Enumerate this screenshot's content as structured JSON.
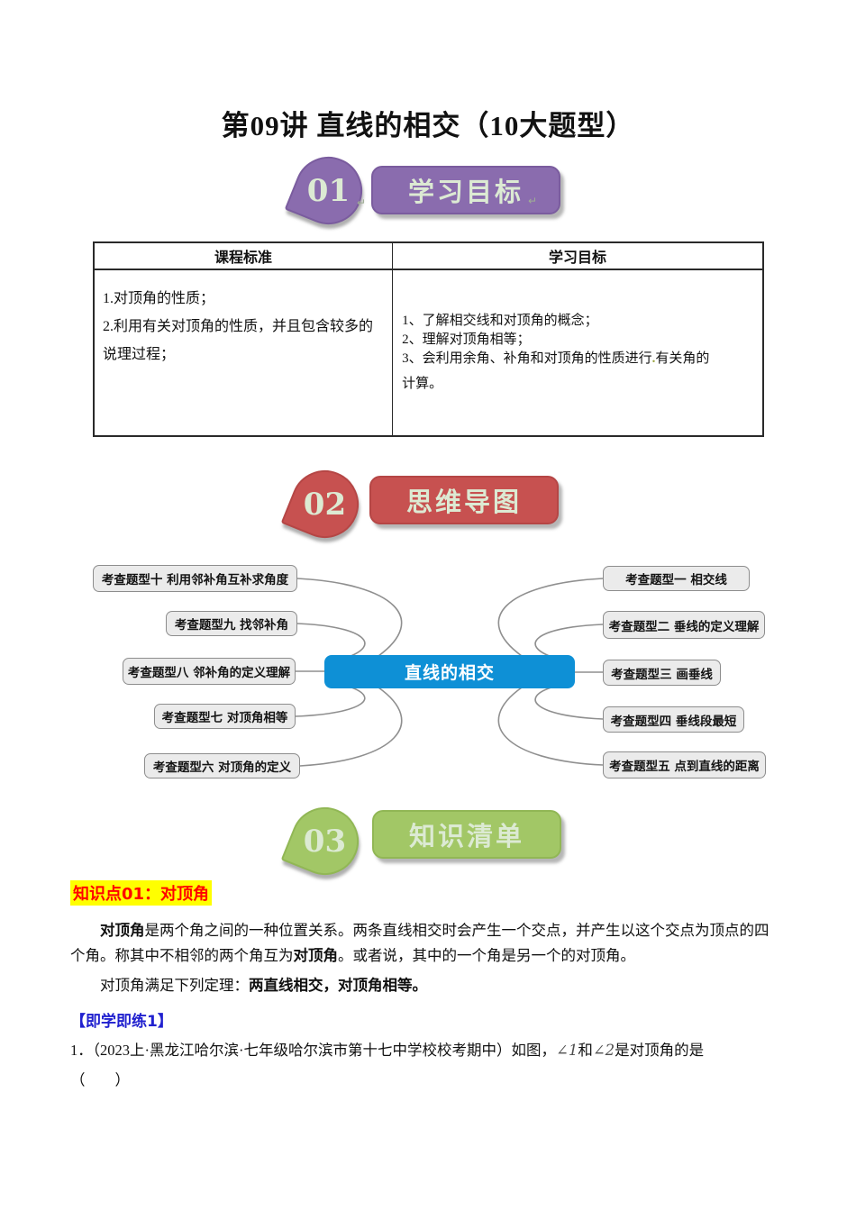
{
  "document": {
    "title": "第09讲 直线的相交（10大题型）"
  },
  "marks": {
    "return_mark": "↵"
  },
  "badges": [
    {
      "number": "01",
      "label": "学习目标",
      "color": "#8a6cae"
    },
    {
      "number": "02",
      "label": "思维导图",
      "color": "#c75150"
    },
    {
      "number": "03",
      "label": "知识清单",
      "color": "#a2c766"
    }
  ],
  "table": {
    "headers": [
      "课程标准",
      "学习目标"
    ],
    "standards": [
      "1.对顶角的性质；",
      "2.利用有关对顶角的性质，并且包含较多的",
      "说理过程；"
    ],
    "goals": [
      "1、了解相交线和对顶角的概念；",
      "2、理解对顶角相等；",
      "3、会利用余角、补角和对顶角的性质进行",
      "有关角的",
      "计算。"
    ],
    "stray_mark": "."
  },
  "mindmap": {
    "center_label": "直线的相交",
    "center_color": "#0e90d6",
    "node_bg": "#ebebeb",
    "left_nodes": [
      "考查题型十 利用邻补角互补求角度",
      "考查题型九 找邻补角",
      "考查题型八 邻补角的定义理解",
      "考查题型七 对顶角相等",
      "考查题型六 对顶角的定义"
    ],
    "right_nodes": [
      "考查题型一 相交线",
      "考查题型二 垂线的定义理解",
      "考查题型三 画垂线",
      "考查题型四 垂线段最短",
      "考查题型五 点到直线的距离"
    ]
  },
  "knowledge": {
    "heading": "知识点01：对顶角",
    "heading_bg": "#ffff00",
    "heading_color": "#ff0000",
    "p1_bold1": "对顶角",
    "p1_text1": "是两个角之间的一种位置关系。两条直线相交时会产生一个交点，并产生以这个交点为顶点的四个角。称其中不相邻的两个角互为",
    "p1_bold2": "对顶角",
    "p1_text2": "。或者说，其中的一个角是另一个的对顶角。",
    "p2_text": "对顶角满足下列定理：",
    "p2_bold": "两直线相交，对顶角相等。"
  },
  "practice": {
    "tag": "【即学即练1】",
    "tag_color": "#2121cf",
    "question_number": "1．",
    "question_prefix": "（2023上·黑龙江哈尔滨·七年级哈尔滨市第十七中学校校考期中）如图，",
    "angle1": "∠1",
    "conjunction": "和",
    "angle2": "∠2",
    "question_suffix": "是对顶角的是",
    "answer_brackets": "（　　）"
  }
}
